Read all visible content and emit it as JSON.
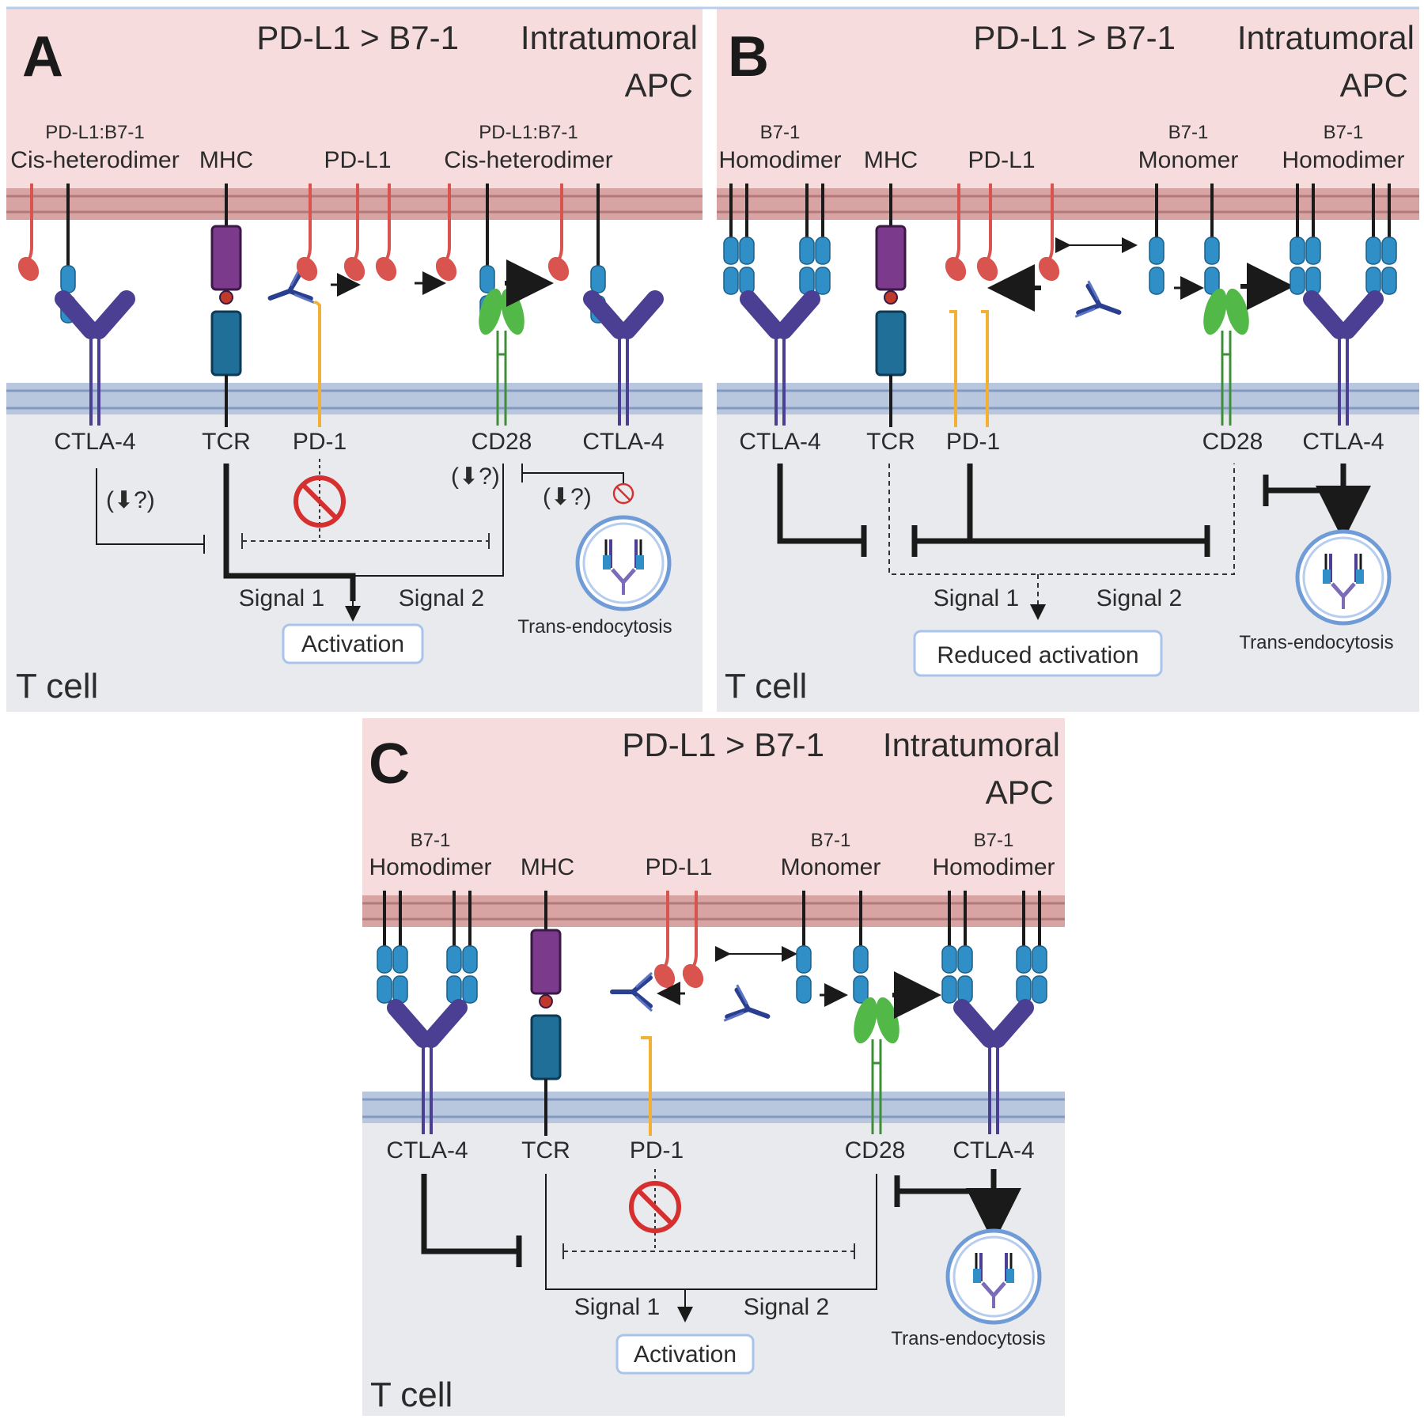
{
  "colors": {
    "apc_bg": "#f6dcdc",
    "apc_membrane": "#c98c8c",
    "tcell_bg": "#e8eaee",
    "tcell_membrane": "#9fb3d4",
    "pdl1": "#d9534f",
    "b71": "#2f8fc6",
    "ctla4": "#4b3f93",
    "cd28": "#52b948",
    "pd1": "#f2b134",
    "mhc": "#7b3a8c",
    "tcr": "#1f6f99",
    "antibody": "#2a3f8f",
    "box_border": "#a9c4ea"
  },
  "panels": [
    {
      "letter": "A",
      "header_ratio": "PD-L1 > B7-1",
      "header_loc1": "Intratumoral",
      "header_loc2": "APC",
      "top_labels": [
        {
          "l1": "PD-L1:B7-1",
          "l2": "Cis-heterodimer"
        },
        {
          "l1": "",
          "l2": "MHC"
        },
        {
          "l1": "",
          "l2": "PD-L1"
        },
        {
          "l1": "PD-L1:B7-1",
          "l2": "Cis-heterodimer"
        }
      ],
      "bottom_labels": [
        "CTLA-4",
        "TCR",
        "PD-1",
        "CD28",
        "CTLA-4"
      ],
      "notes": [
        "(⬇?)",
        "(⬇?)",
        "(⬇?)"
      ],
      "signal1": "Signal 1",
      "signal2": "Signal 2",
      "outcome": "Activation",
      "trans": "Trans-endocytosis",
      "cell": "T cell"
    },
    {
      "letter": "B",
      "header_ratio": "PD-L1 > B7-1",
      "header_loc1": "Intratumoral",
      "header_loc2": "APC",
      "top_labels": [
        {
          "l1": "B7-1",
          "l2": "Homodimer"
        },
        {
          "l1": "",
          "l2": "MHC"
        },
        {
          "l1": "",
          "l2": "PD-L1"
        },
        {
          "l1": "B7-1",
          "l2": "Monomer"
        },
        {
          "l1": "B7-1",
          "l2": "Homodimer"
        }
      ],
      "bottom_labels": [
        "CTLA-4",
        "TCR",
        "PD-1",
        "CD28",
        "CTLA-4"
      ],
      "signal1": "Signal 1",
      "signal2": "Signal 2",
      "outcome": "Reduced activation",
      "trans": "Trans-endocytosis",
      "cell": "T cell"
    },
    {
      "letter": "C",
      "header_ratio": "PD-L1 > B7-1",
      "header_loc1": "Intratumoral",
      "header_loc2": "APC",
      "top_labels": [
        {
          "l1": "B7-1",
          "l2": "Homodimer"
        },
        {
          "l1": "",
          "l2": "MHC"
        },
        {
          "l1": "",
          "l2": "PD-L1"
        },
        {
          "l1": "B7-1",
          "l2": "Monomer"
        },
        {
          "l1": "B7-1",
          "l2": "Homodimer"
        }
      ],
      "bottom_labels": [
        "CTLA-4",
        "TCR",
        "PD-1",
        "CD28",
        "CTLA-4"
      ],
      "signal1": "Signal 1",
      "signal2": "Signal 2",
      "outcome": "Activation",
      "trans": "Trans-endocytosis",
      "cell": "T cell"
    }
  ]
}
